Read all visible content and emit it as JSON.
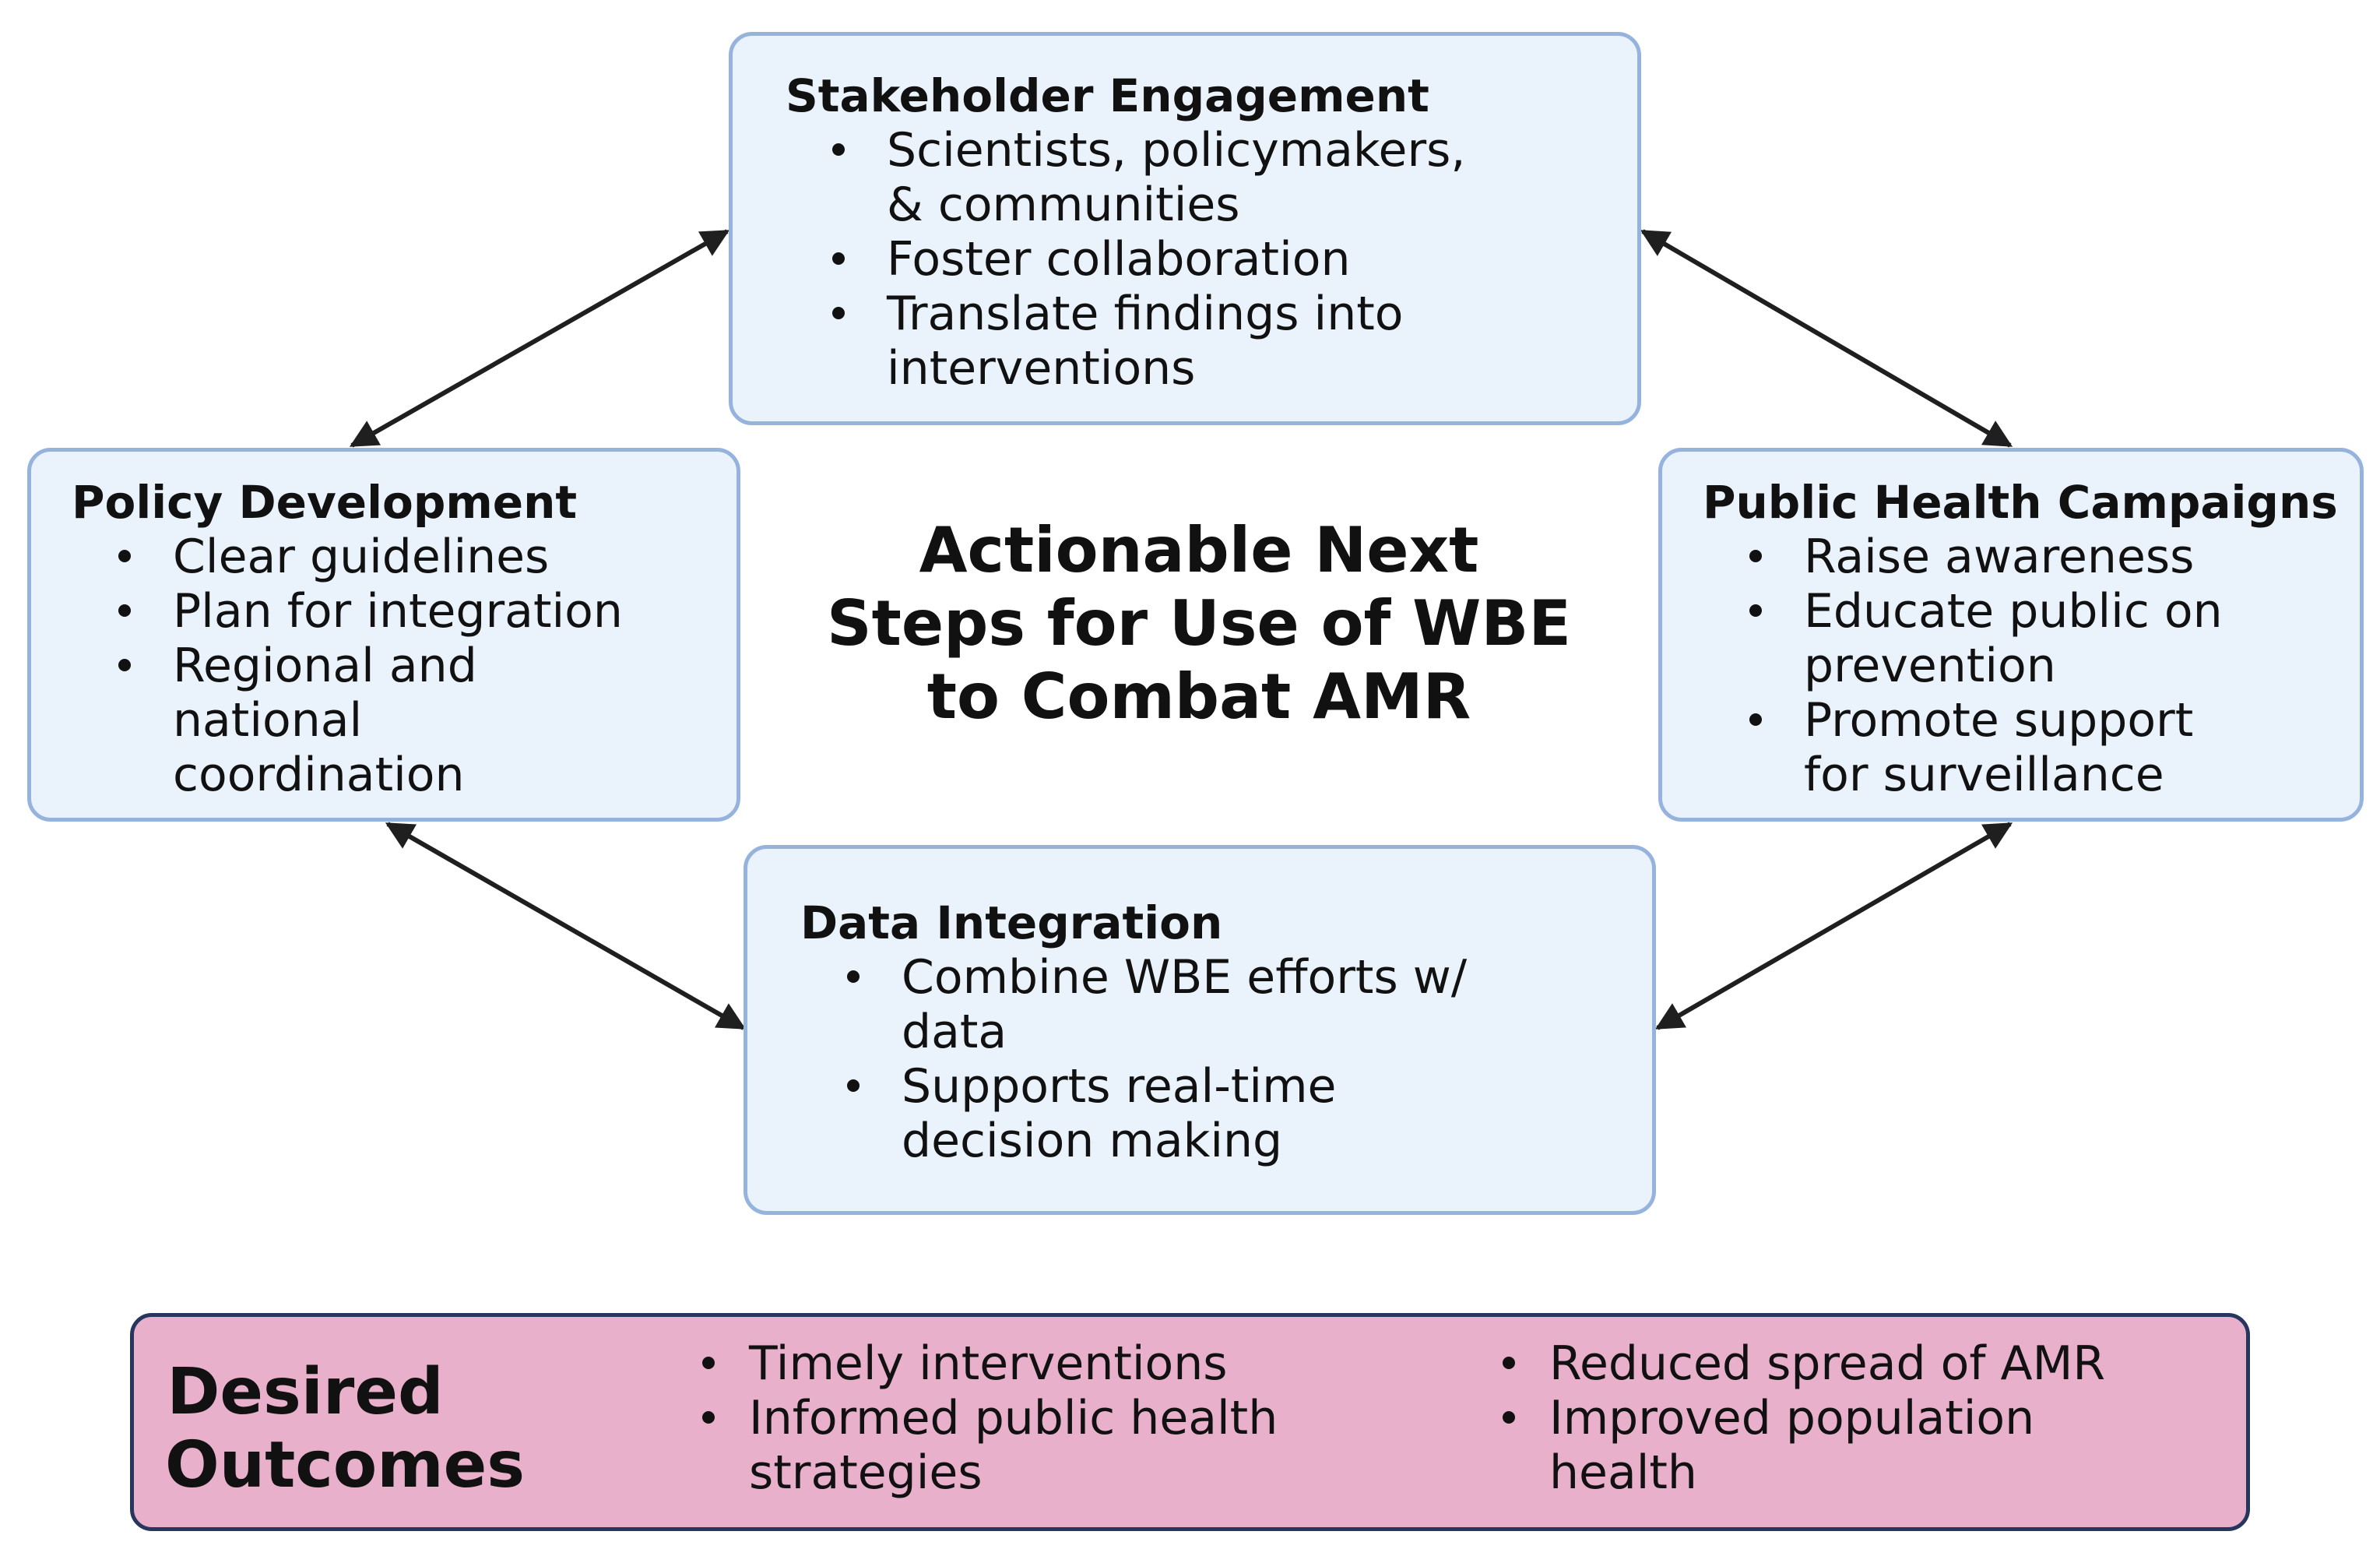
{
  "center_title": {
    "lines": [
      "Actionable Next",
      "Steps for Use of WBE",
      "to Combat AMR"
    ]
  },
  "boxes": {
    "stakeholder": {
      "title": "Stakeholder Engagement",
      "bullets": [
        [
          "Scientists, policymakers,",
          "& communities"
        ],
        [
          "Foster collaboration"
        ],
        [
          "Translate findings into",
          "interventions"
        ]
      ]
    },
    "policy": {
      "title": "Policy Development",
      "bullets": [
        [
          "Clear guidelines"
        ],
        [
          "Plan for integration"
        ],
        [
          "Regional and",
          "national",
          "coordination"
        ]
      ]
    },
    "public_health": {
      "title": "Public Health Campaigns",
      "bullets": [
        [
          "Raise awareness"
        ],
        [
          "Educate public on",
          "prevention"
        ],
        [
          "Promote support",
          "for surveillance"
        ]
      ]
    },
    "data_integration": {
      "title": "Data Integration",
      "bullets": [
        [
          "Combine WBE efforts w/",
          "data"
        ],
        [
          "Supports real-time",
          "decision making"
        ]
      ]
    }
  },
  "outcomes": {
    "title_lines": [
      "Desired",
      "Outcomes"
    ],
    "left_bullets": [
      [
        "Timely interventions"
      ],
      [
        "Informed public health",
        "strategies"
      ]
    ],
    "right_bullets": [
      [
        "Reduced spread of AMR"
      ],
      [
        "Improved population",
        "health"
      ]
    ]
  },
  "colors": {
    "box_fill": "#eaf2fc",
    "box_border": "#95b3dc",
    "outcomes_fill": "#e8b0cb",
    "outcomes_border": "#26365c",
    "arrow": "#1f1f1f"
  }
}
